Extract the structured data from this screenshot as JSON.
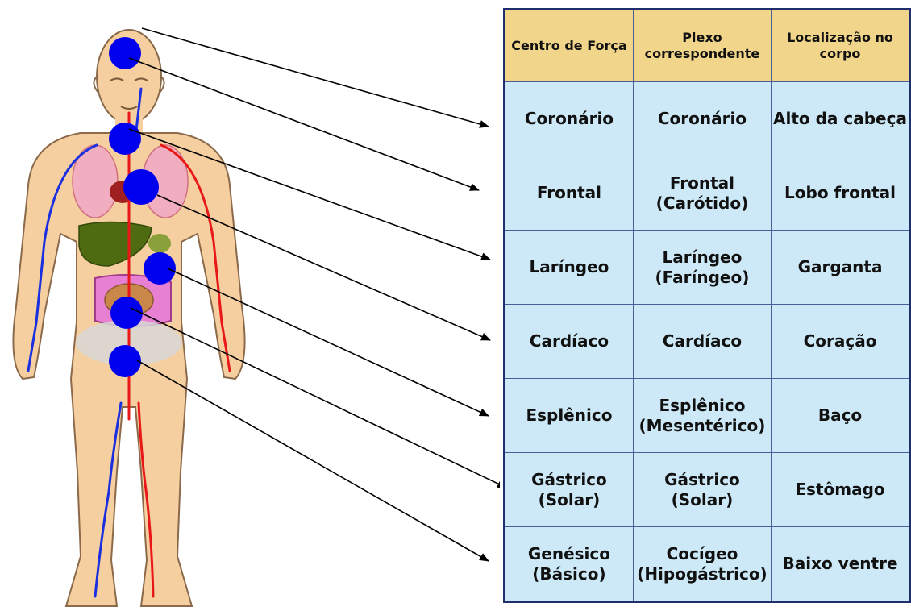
{
  "colors": {
    "header_bg": "#f1d58a",
    "cell_bg": "#cde9f7",
    "table_border": "#1f2f6e",
    "chakra": "#0000ee",
    "vein": "#1a2fe0",
    "artery": "#e81818",
    "skin": "#f6cfa0"
  },
  "table": {
    "headers": [
      "Centro de Força",
      "Plexo correspondente",
      "Localização no corpo"
    ],
    "rows": [
      [
        "Coronário",
        "Coronário",
        "Alto da cabeça"
      ],
      [
        "Frontal",
        "Frontal (Carótido)",
        "Lobo frontal"
      ],
      [
        "Laríngeo",
        "Laríngeo (Faríngeo)",
        "Garganta"
      ],
      [
        "Cardíaco",
        "Cardíaco",
        "Coração"
      ],
      [
        "Esplênico",
        "Esplênico (Mesentérico)",
        "Baço"
      ],
      [
        "Gástrico (Solar)",
        "Gástrico (Solar)",
        "Estômago"
      ],
      [
        "Genésico (Básico)",
        "Cocígeo (Hipogástrico)",
        "Baixo ventre"
      ]
    ]
  },
  "figure": {
    "chakra_markers": [
      "coronario",
      "frontal",
      "laringeo",
      "cardiaco",
      "esplenico",
      "gastrico",
      "genesico"
    ],
    "icons": [
      "human-body-illustration",
      "chakra-marker-icon",
      "arrow-icon"
    ]
  }
}
